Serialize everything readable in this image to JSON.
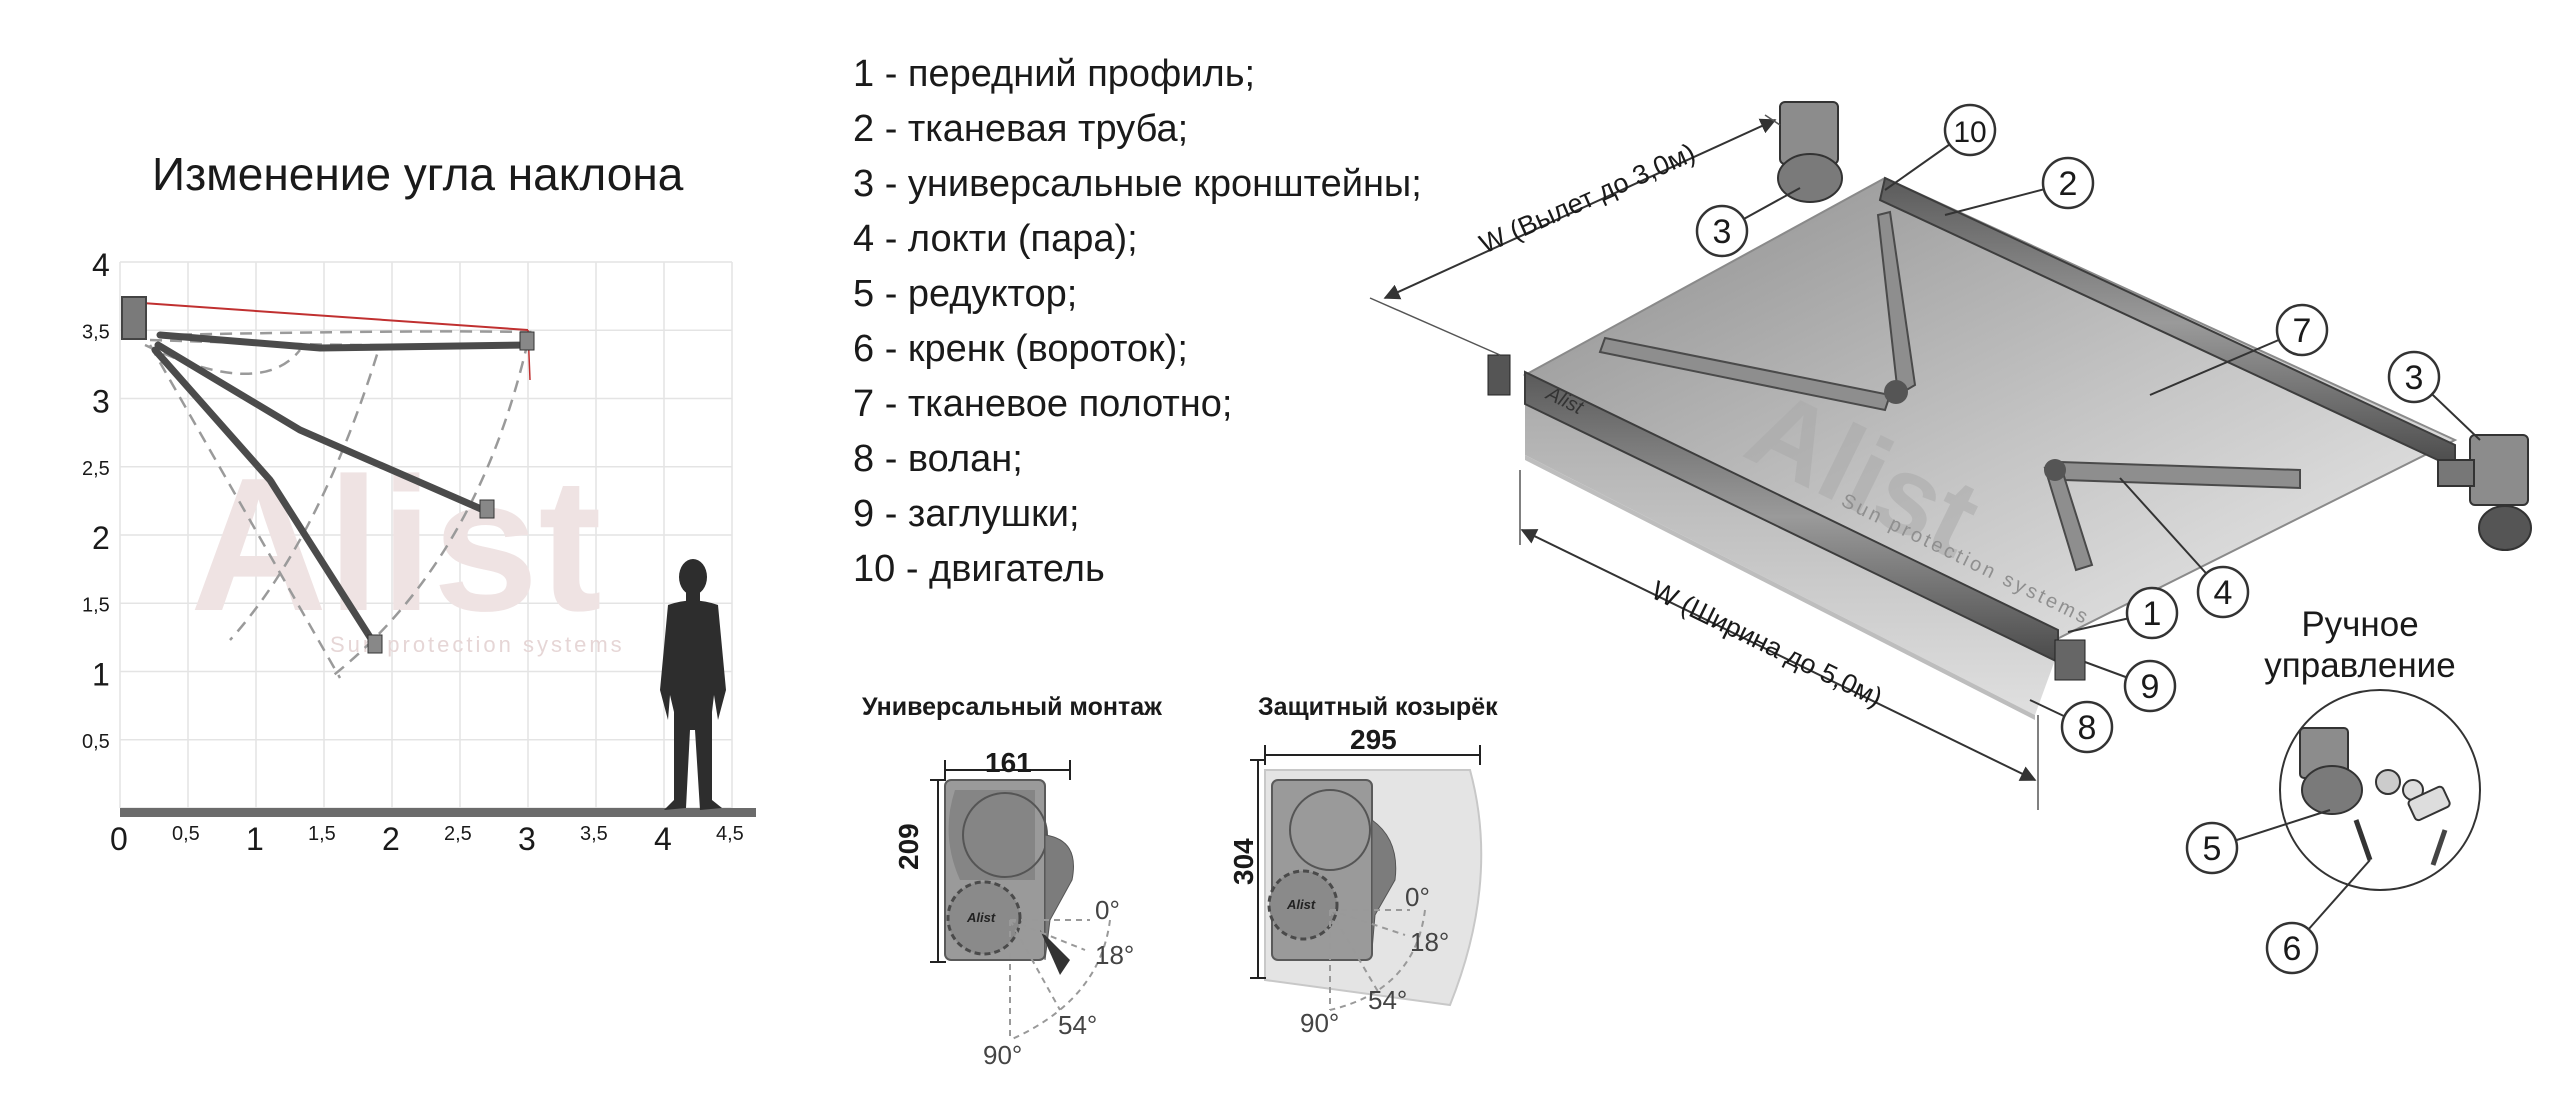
{
  "angle_chart": {
    "title": "Изменение угла наклона",
    "y_ticks": [
      {
        "v": 4,
        "label": "4",
        "big": true
      },
      {
        "v": 3.5,
        "label": "3,5",
        "big": false
      },
      {
        "v": 3,
        "label": "3",
        "big": true
      },
      {
        "v": 2.5,
        "label": "2,5",
        "big": false
      },
      {
        "v": 2,
        "label": "2",
        "big": true
      },
      {
        "v": 1.5,
        "label": "1,5",
        "big": false
      },
      {
        "v": 1,
        "label": "1",
        "big": true
      },
      {
        "v": 0.5,
        "label": "0,5",
        "big": false
      }
    ],
    "x_ticks": [
      {
        "v": 0,
        "label": "0",
        "big": true
      },
      {
        "v": 0.5,
        "label": "0,5",
        "big": false
      },
      {
        "v": 1,
        "label": "1",
        "big": true
      },
      {
        "v": 1.5,
        "label": "1,5",
        "big": false
      },
      {
        "v": 2,
        "label": "2",
        "big": true
      },
      {
        "v": 2.5,
        "label": "2,5",
        "big": false
      },
      {
        "v": 3,
        "label": "3",
        "big": true
      },
      {
        "v": 3.5,
        "label": "3,5",
        "big": false
      },
      {
        "v": 4,
        "label": "4",
        "big": true
      },
      {
        "v": 4.5,
        "label": "4,5",
        "big": false
      }
    ],
    "watermark": "Alist",
    "watermark_sub": "Sun protection systems"
  },
  "legend": [
    "1 - передний профиль;",
    "2 - тканевая труба;",
    "3 - универсальные кронштейны;",
    "4 - локти (пара);",
    "5 - редуктор;",
    "6 - кренк (вороток);",
    "7 - тканевое полотно;",
    "8 - волан;",
    "9 - заглушки;",
    "10 - двигатель"
  ],
  "mount_universal": {
    "caption": "Универсальный монтаж",
    "width": "161",
    "height": "209",
    "logo": "Alist",
    "angles": [
      "0°",
      "18°",
      "54°",
      "90°"
    ]
  },
  "mount_visor": {
    "caption": "Защитный козырёк",
    "width": "295",
    "height": "304",
    "logo": "Alist",
    "angles": [
      "0°",
      "18°",
      "54°",
      "90°"
    ]
  },
  "awning": {
    "dim_projection": "W (Вылет до 3,0м)",
    "dim_width": "W (Ширина до 5,0м)",
    "watermark": "Alist",
    "watermark_sub": "Sun protection systems",
    "callouts": [
      "1",
      "2",
      "3",
      "3",
      "4",
      "5",
      "6",
      "7",
      "8",
      "9",
      "10"
    ],
    "manual_label_1": "Ручное",
    "manual_label_2": "управление"
  }
}
